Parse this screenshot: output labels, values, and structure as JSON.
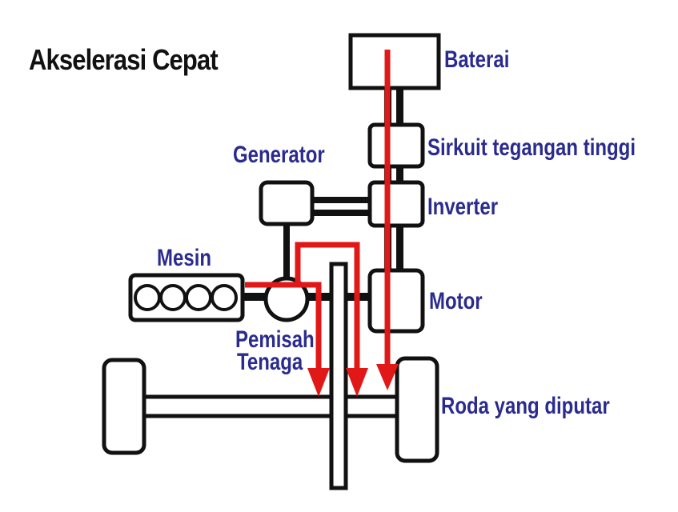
{
  "title": "Akselerasi Cepat",
  "labels": {
    "battery": "Baterai",
    "high_voltage_circuit": "Sirkuit tegangan tinggi",
    "generator": "Generator",
    "inverter": "Inverter",
    "engine": "Mesin",
    "motor": "Motor",
    "power_split_line1": "Pemisah",
    "power_split_line2": "Tenaga",
    "driven_wheels": "Roda yang diputar"
  },
  "colors": {
    "title": "#111111",
    "label": "#2b2b8f",
    "flow": "#e01818",
    "outline": "#111111",
    "fill": "#ffffff"
  }
}
